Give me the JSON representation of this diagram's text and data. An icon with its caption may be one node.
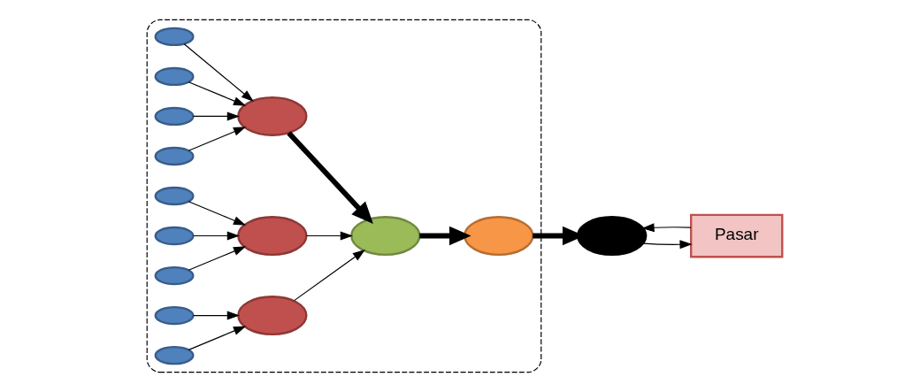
{
  "diagram": {
    "nodes": [
      {
        "text": [],
        "shape": "ellipse"
      },
      {
        "text": [],
        "shape": "ellipse",
        "in": 0
      },
      {
        "text": [],
        "shape": "ellipse",
        "in": 0
      },
      {
        "text": [],
        "shape": "ellipse",
        "in": 0
      },
      {
        "text": [],
        "shape": "ellipse",
        "in": 0
      },
      {
        "text": [],
        "shape": "ellipse",
        "in": 0
      },
      {
        "text": [],
        "shape": "ellipse",
        "in": 0
      },
      {
        "text": [],
        "shape": "ellipse",
        "in": 0
      },
      {
        "text": [],
        "shape": "ellipse",
        "in": 0
      },
      {
        "text": [],
        "shape": "ellipse",
        "in": 0
      },
      {
        "text": [],
        "shape": "ellipse",
        "in": 0
      },
      {
        "text": [],
        "shape": "ellipse",
        "in": 0
      },
      {
        "text": [],
        "shape": "ellipse",
        "in": 0
      },
      {
        "text": [],
        "shape": "ellipse",
        "in": 0
      },
      {
        "text": [],
        "shape": "ellipse",
        "in": 0
      },
      {
        "text": [],
        "shape": "ellipse"
      },
      {
        "text": [
          "Pasar"
        ]
      }
    ],
    "edges": [
      {
        "from": 1,
        "to": 5,
        "arrow": "to"
      },
      {
        "from": 2,
        "to": 5,
        "arrow": "to"
      },
      {
        "from": 3,
        "to": 5,
        "arrow": "to"
      },
      {
        "from": 4,
        "to": 5,
        "arrow": "to"
      },
      {
        "from": 5,
        "to": 11,
        "arrow": "to",
        "style": "thick"
      },
      {
        "from": 7,
        "to": 10,
        "arrow": "to"
      },
      {
        "from": 12,
        "to": 10,
        "arrow": "to"
      },
      {
        "from": 10,
        "to": 11,
        "arrow": "to"
      },
      {
        "from": 6,
        "to": 9,
        "arrow": "to"
      },
      {
        "from": 8,
        "to": 9,
        "arrow": "to"
      },
      {
        "from": 13,
        "to": 9,
        "arrow": "to"
      },
      {
        "from": 9,
        "to": 11,
        "arrow": "to"
      },
      {
        "from": 11,
        "to": 14,
        "arrow": "to",
        "style": "thick"
      },
      {
        "from": 14,
        "to": 15,
        "arrow": "to",
        "style": "thick"
      },
      {
        "from": 15,
        "to": 16,
        "arrow": "to"
      },
      {
        "from": 16,
        "to": 15,
        "arrow": "to"
      }
    ]
  }
}
